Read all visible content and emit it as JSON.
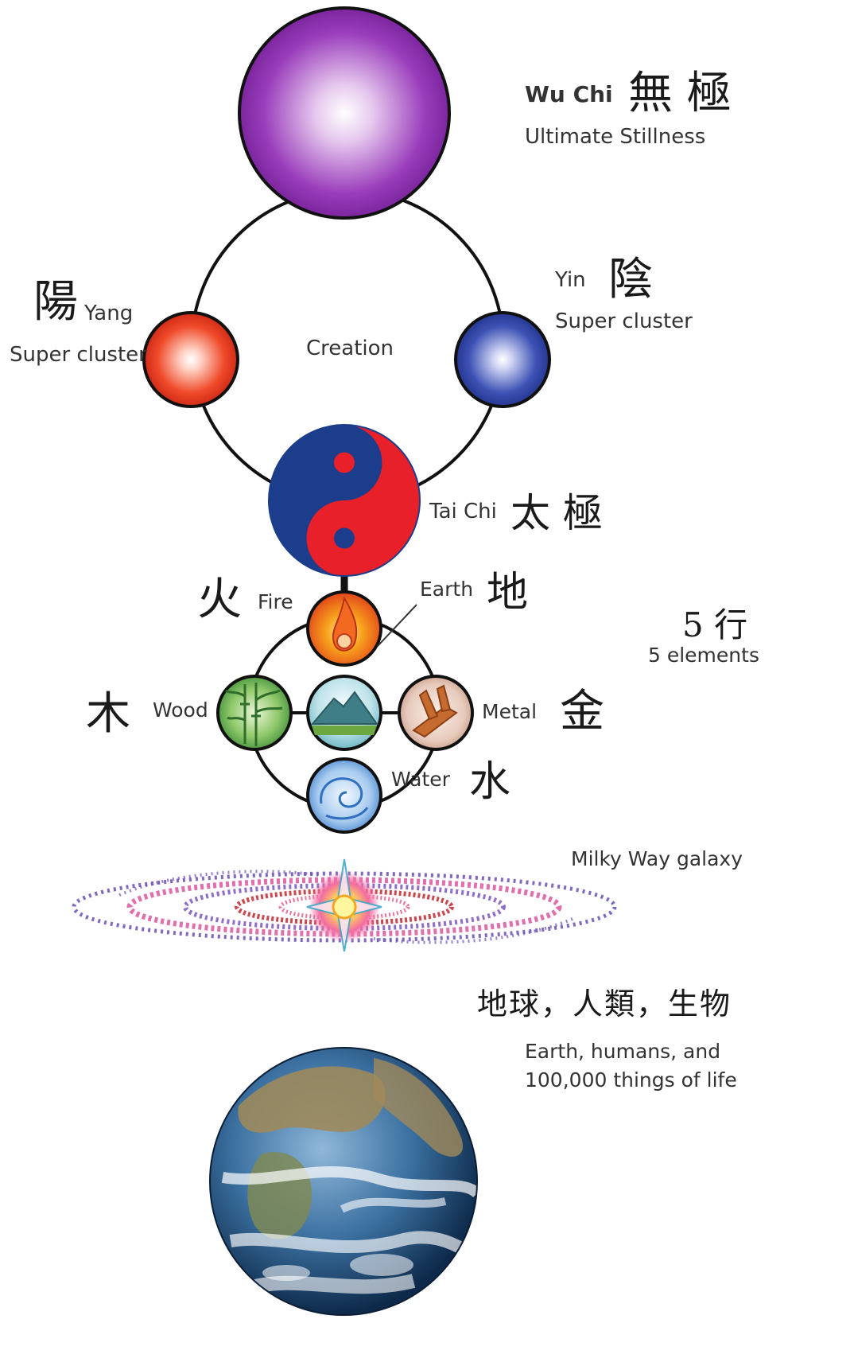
{
  "wuchi": {
    "title": "Wu Chi",
    "cjk": "無 極",
    "subtitle": "Ultimate Stillness"
  },
  "yang": {
    "cjk": "陽",
    "label": "Yang",
    "sub": "Super cluster",
    "color": "#e0301e"
  },
  "yin": {
    "cjk": "陰",
    "label": "Yin",
    "sub": "Super cluster",
    "color": "#2a3f9e"
  },
  "creation": {
    "label": "Creation"
  },
  "taichi": {
    "label": "Tai Chi",
    "cjk": "太 極",
    "red": "#e8202a",
    "blue": "#1c3c8c"
  },
  "wuxing": {
    "cjk": "5 行",
    "label": "5 elements"
  },
  "elements": {
    "fire": {
      "cjk": "火",
      "label": "Fire",
      "icon": "fire-icon"
    },
    "earth": {
      "cjk": "地",
      "label": "Earth",
      "icon": "mountain-icon"
    },
    "wood": {
      "cjk": "木",
      "label": "Wood",
      "icon": "bamboo-icon"
    },
    "metal": {
      "cjk": "金",
      "label": "Metal",
      "icon": "metal-icon"
    },
    "water": {
      "cjk": "水",
      "label": "Water",
      "icon": "wave-icon"
    }
  },
  "galaxy": {
    "label": "Milky Way galaxy"
  },
  "earth_globe": {
    "cjk": "地球，人類，生物",
    "line1": "Earth, humans, and",
    "line2": "100,000 things of life"
  }
}
